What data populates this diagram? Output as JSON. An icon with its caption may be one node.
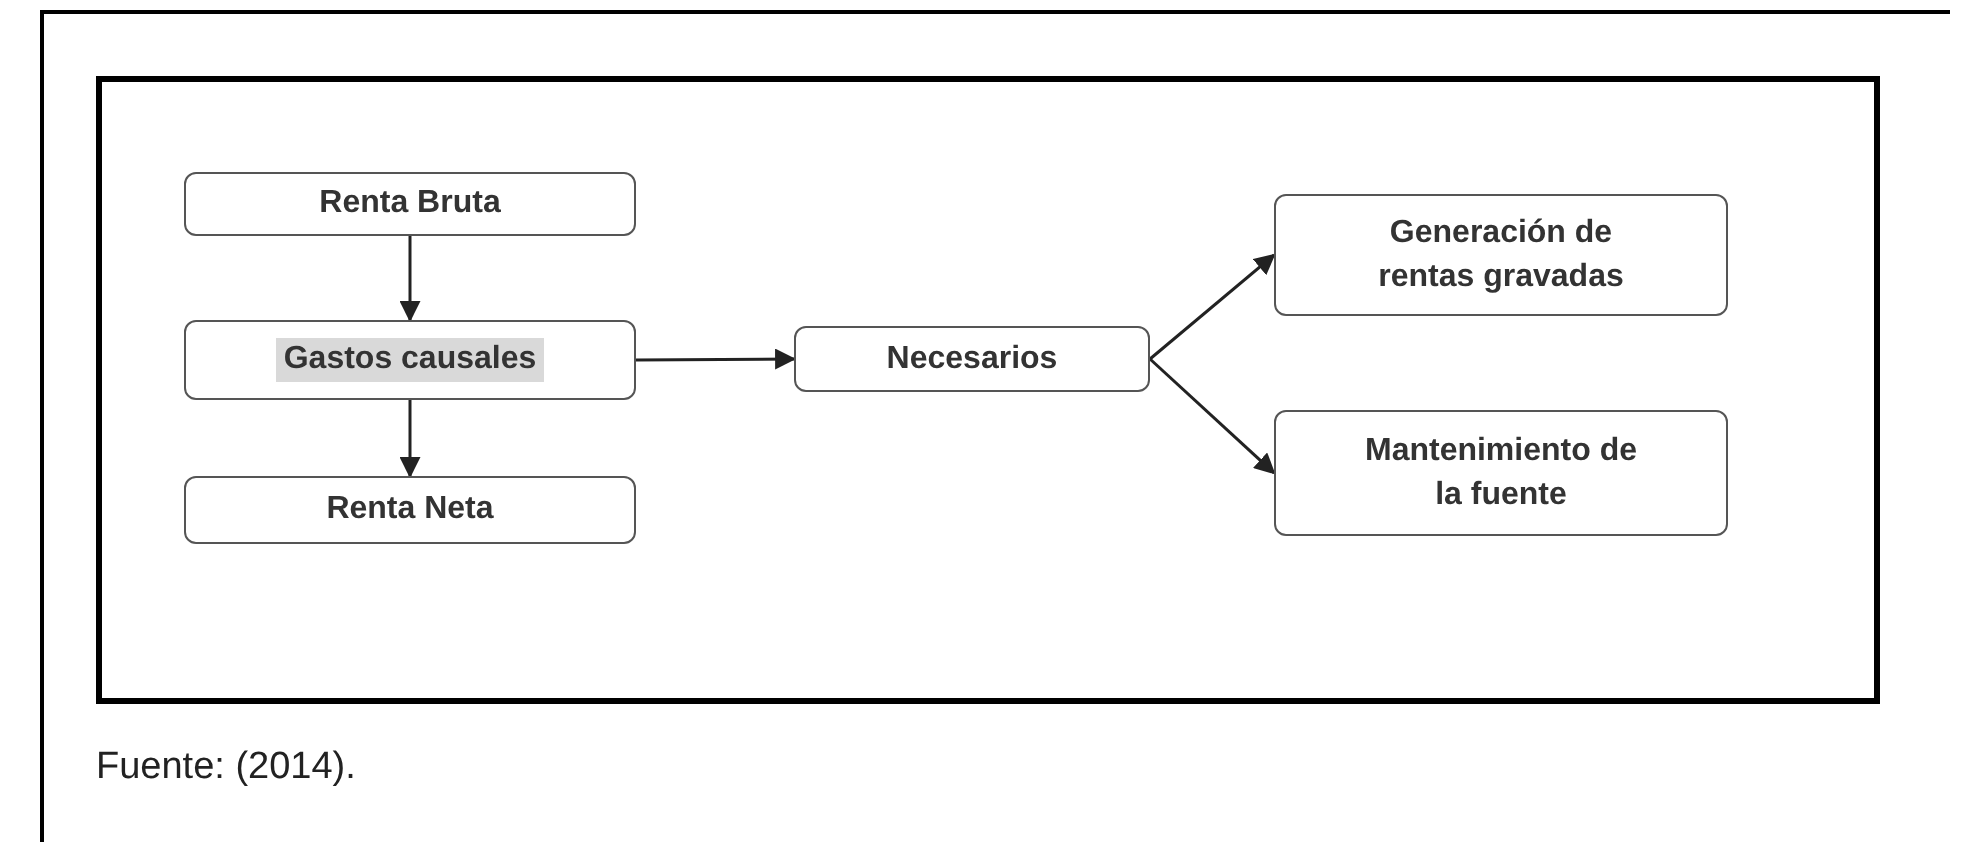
{
  "diagram": {
    "nodes": [
      {
        "text": [
          "Renta Bruta"
        ]
      },
      {
        "text": [
          "Gastos causales"
        ]
      },
      {
        "text": [
          "Renta Neta"
        ]
      },
      {
        "text": [
          "Necesarios"
        ]
      },
      {
        "text": [
          "Generación de rentas gravadas"
        ]
      },
      {
        "text": [
          "Mantenimiento de la fuente"
        ]
      }
    ],
    "edges": [
      {
        "from": 0,
        "to": 1,
        "arrow": "to"
      },
      {
        "from": 1,
        "to": 2,
        "arrow": "to"
      },
      {
        "from": 1,
        "to": 3,
        "arrow": "to"
      },
      {
        "from": 3,
        "to": 4,
        "arrow": "to"
      },
      {
        "from": 3,
        "to": 5,
        "arrow": "to"
      }
    ],
    "caption": "Fuente: (2014)."
  }
}
